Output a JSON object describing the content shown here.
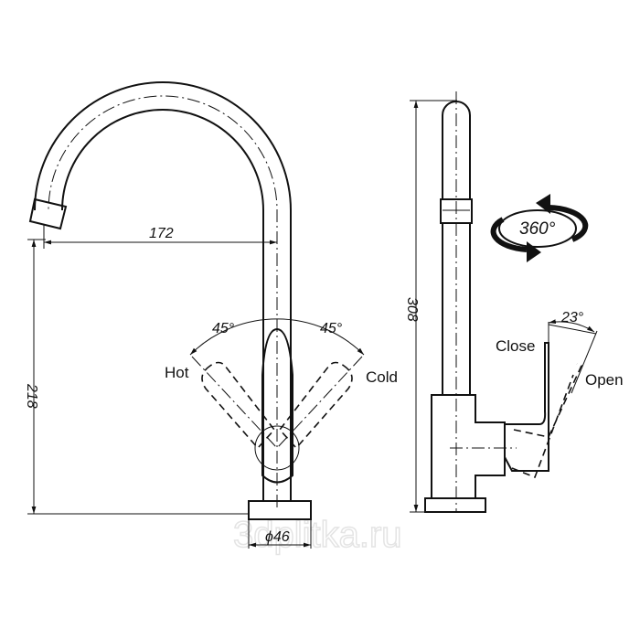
{
  "front_view": {
    "spout_reach": "172",
    "height": "218",
    "base_diameter": "ϕ46",
    "hot_angle": "45°",
    "cold_angle": "45°",
    "hot_label": "Hot",
    "cold_label": "Cold"
  },
  "side_view": {
    "total_height": "308",
    "rotation": "360°",
    "lever_angle": "23°",
    "close_label": "Close",
    "open_label": "Open"
  },
  "watermark": "3dplitka.ru"
}
